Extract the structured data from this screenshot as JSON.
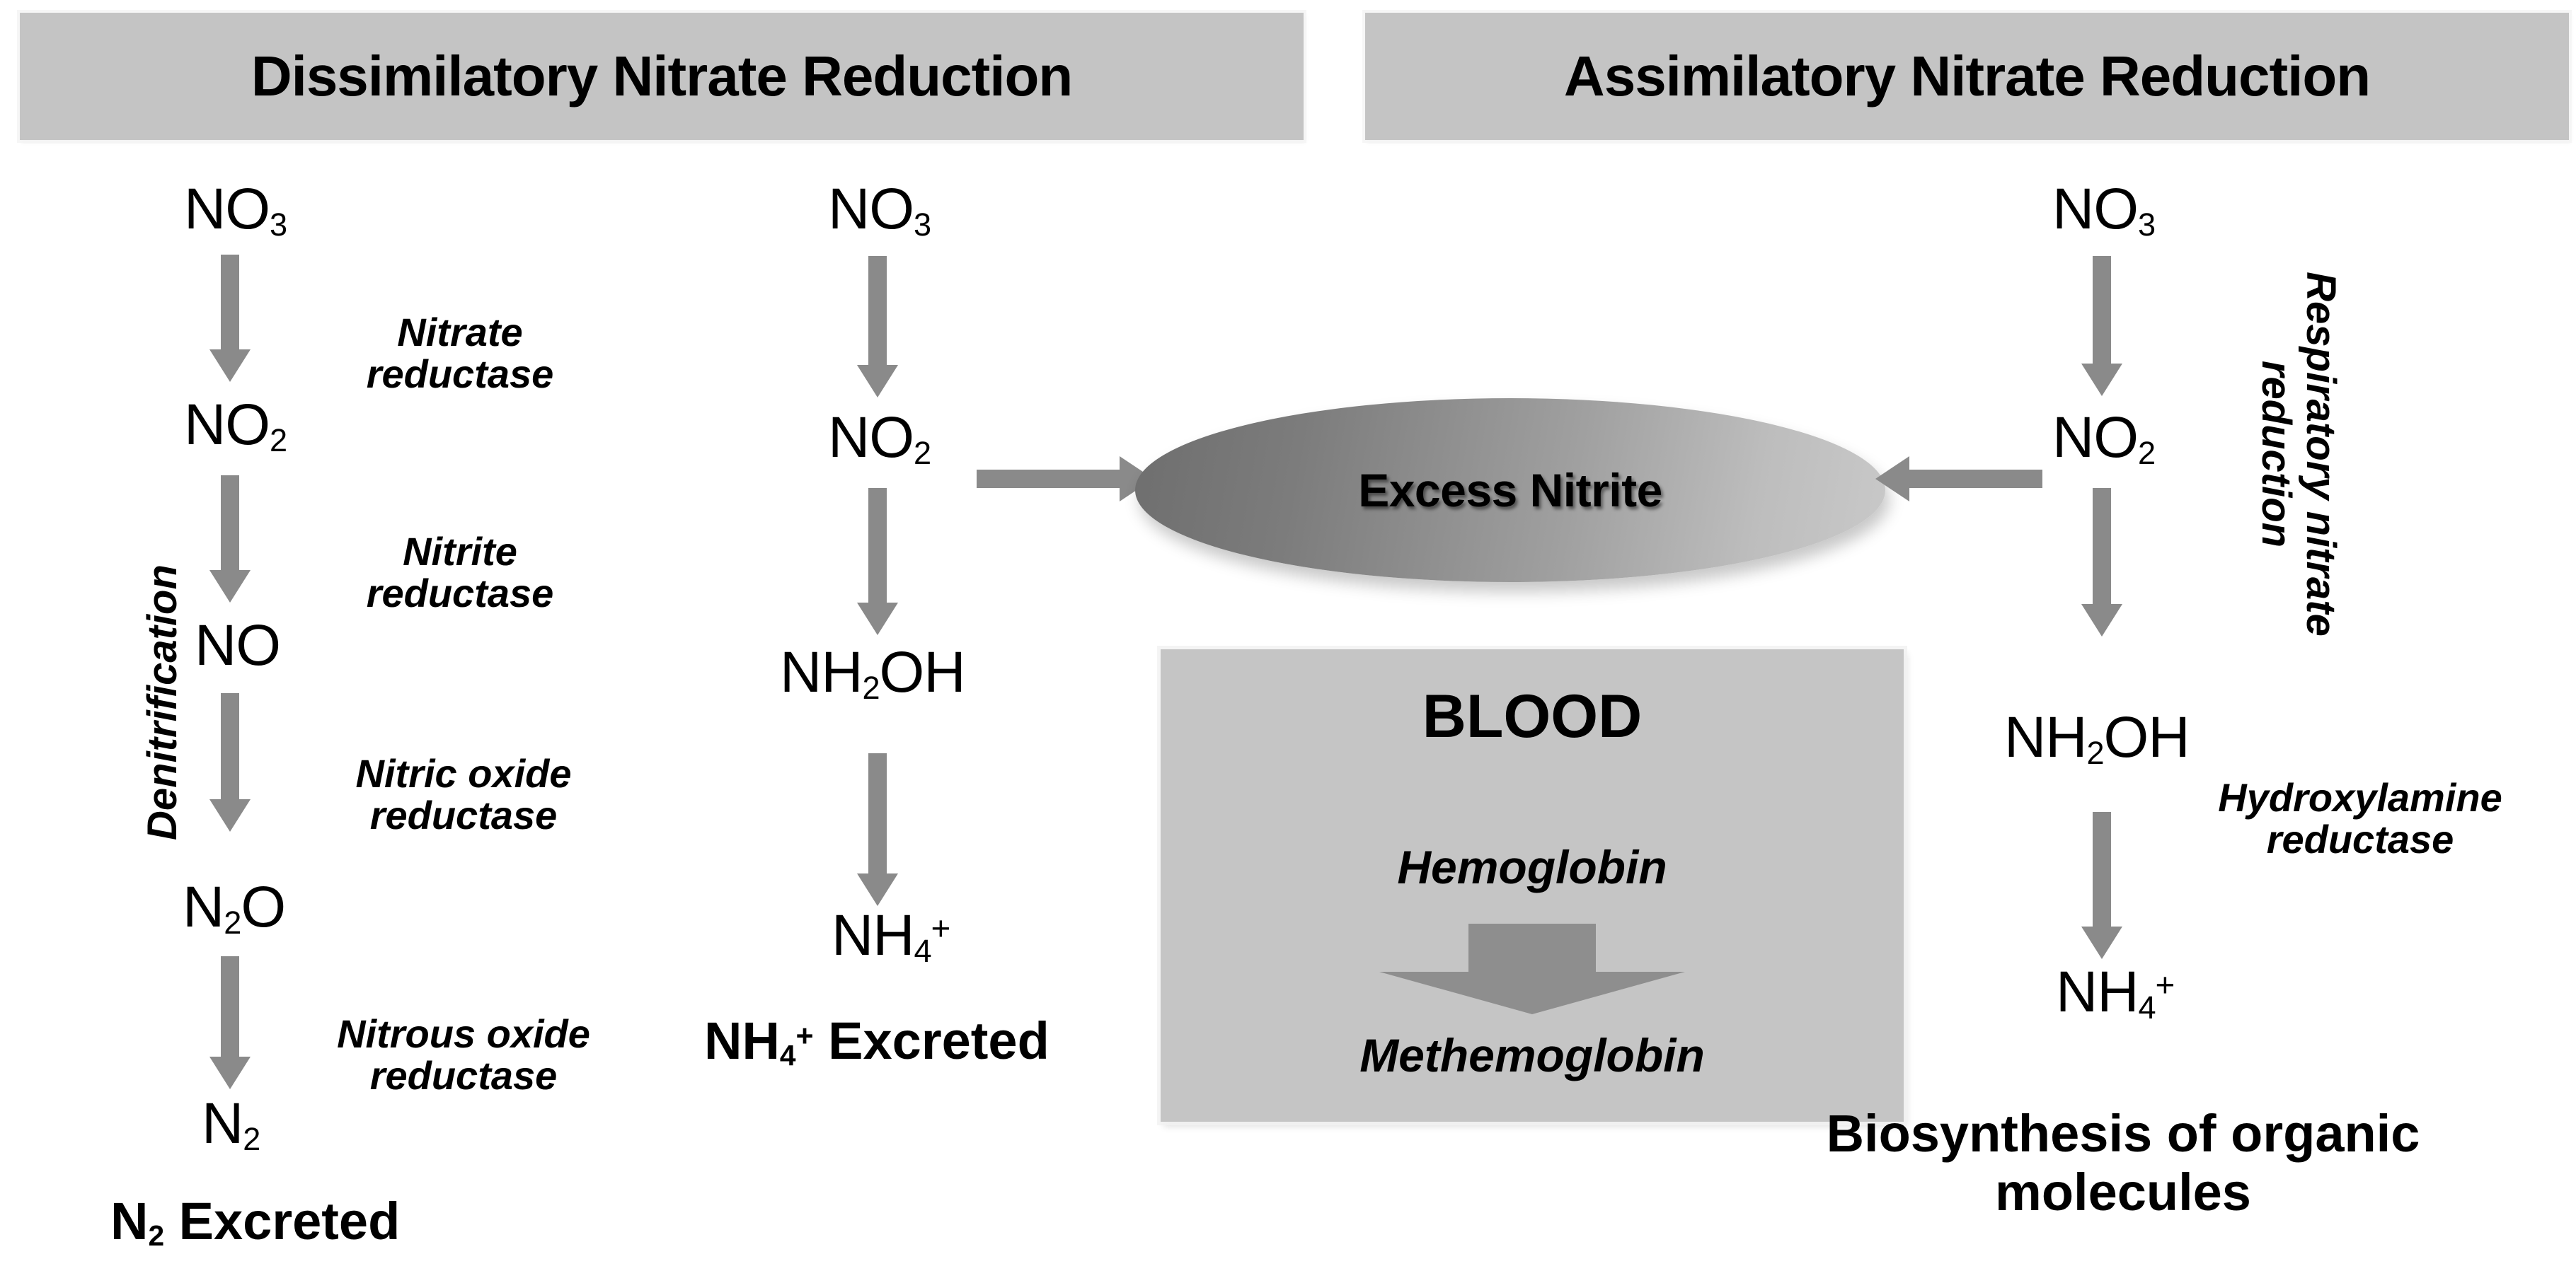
{
  "headers": {
    "left": "Dissimilatory Nitrate Reduction",
    "right": "Assimilatory Nitrate Reduction"
  },
  "pathways": {
    "denitrification": {
      "bracket_label": "Denitrification",
      "species": [
        {
          "formula": "NO",
          "sub": "3",
          "sup": ""
        },
        {
          "formula": "NO",
          "sub": "2",
          "sup": ""
        },
        {
          "formula": "NO",
          "sub": "",
          "sup": ""
        },
        {
          "formula": "N",
          "sub": "2",
          "sup": "",
          "tail": "O"
        },
        {
          "formula": "N",
          "sub": "2",
          "sup": ""
        }
      ],
      "enzymes": [
        "Nitrate\nreductase",
        "Nitrite\nreductase",
        "Nitric oxide\nreductase",
        "Nitrous oxide\nreductase"
      ],
      "outcome": "Excreted"
    },
    "middle": {
      "species": [
        {
          "formula": "NO",
          "sub": "3"
        },
        {
          "formula": "NO",
          "sub": "2"
        },
        {
          "formula": "NH",
          "sub": "2",
          "tail": "OH"
        },
        {
          "formula": "NH",
          "sub": "4",
          "sup": "+"
        }
      ],
      "outcome": "Excreted"
    },
    "assimilatory": {
      "bracket_label": "Respiratory nitrate\nreduction",
      "species": [
        {
          "formula": "NO",
          "sub": "3"
        },
        {
          "formula": "NO",
          "sub": "2"
        },
        {
          "formula": "NH",
          "sub": "2",
          "tail": "OH"
        },
        {
          "formula": "NH",
          "sub": "4",
          "sup": "+"
        }
      ],
      "enzymes": [
        "Hydroxylamine\nreductase"
      ],
      "outcome": "Biosynthesis of organic\nmolecules"
    }
  },
  "nitrite_pool": {
    "label": "Excess Nitrite"
  },
  "blood": {
    "title": "BLOOD",
    "from": "Hemoglobin",
    "to": "Methemoglobin"
  },
  "labels": {
    "no3": "NO3",
    "no2": "NO2",
    "no": "NO",
    "n2o": "N2O",
    "n2": "N2",
    "nh2oh": "NH2OH",
    "nh4": "NH4+",
    "n2_excreted": "N2 Excreted",
    "nh4_excreted": "NH4+ Excreted"
  },
  "colors": {
    "banner_fill": "#c4c4c4",
    "arrow_gray": "#8a8a8a",
    "blood_fill": "#c5c5c5",
    "ellipse_dark": "#6e6e6e",
    "ellipse_light": "#c9c9c9",
    "text": "#000000",
    "background": "#ffffff"
  }
}
